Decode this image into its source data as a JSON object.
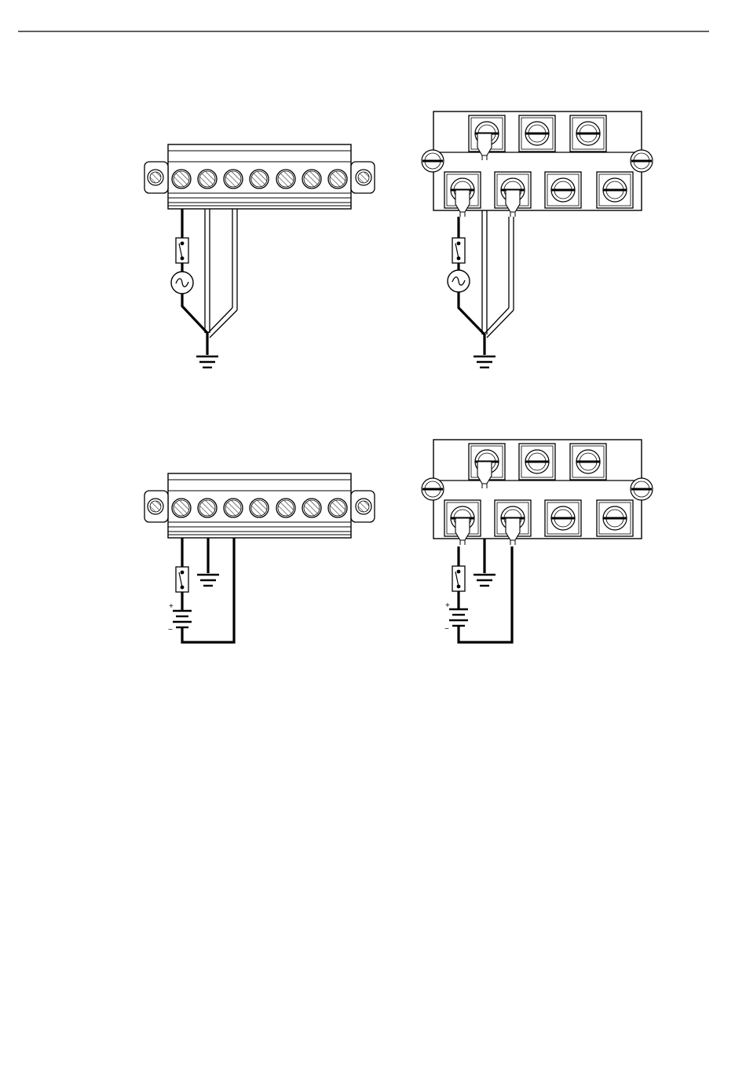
{
  "page": {
    "background": "#ffffff",
    "ink": "#000000"
  },
  "labels": {
    "battery_plus": "+",
    "battery_minus": "−"
  },
  "figures": [
    {
      "id": "ac-euro-block",
      "connector": "pluggable-terminal-block",
      "source": "ac-source",
      "switch": "contact-switch",
      "ground": "earth-ground"
    },
    {
      "id": "ac-screw-terminal",
      "connector": "screw-terminal-block",
      "source": "ac-source",
      "switch": "contact-switch",
      "ground": "earth-ground"
    },
    {
      "id": "dc-euro-block",
      "connector": "pluggable-terminal-block",
      "source": "battery",
      "switch": "contact-switch",
      "ground": "earth-ground"
    },
    {
      "id": "dc-screw-terminal",
      "connector": "screw-terminal-block",
      "source": "battery",
      "switch": "contact-switch",
      "ground": "earth-ground"
    }
  ],
  "icons": {
    "ac_source": "ac-source-icon",
    "battery": "battery-icon",
    "switch": "switch-icon",
    "ground": "ground-icon"
  }
}
